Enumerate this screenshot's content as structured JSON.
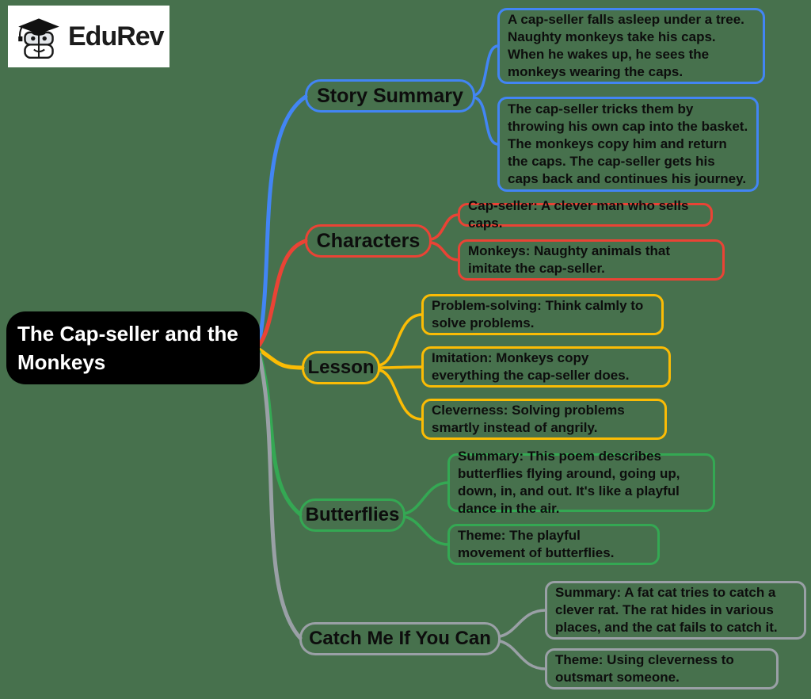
{
  "logo": {
    "brand": "EduRev"
  },
  "root": {
    "title": "The Cap-seller and the Monkeys"
  },
  "colors": {
    "background": "#47714d",
    "blue": "#4285f4",
    "red": "#ea4335",
    "yellow": "#fbbc05",
    "green": "#34a853",
    "gray": "#9aa0a6",
    "root_bg": "#000000",
    "root_text": "#ffffff",
    "logo_bg": "#ffffff"
  },
  "branches": [
    {
      "label": "Story Summary",
      "color": "blue",
      "leaves": [
        "A cap-seller falls asleep under a tree. Naughty monkeys take his caps. When he wakes up, he sees the monkeys wearing the caps.",
        "The cap-seller tricks them by throwing his own cap into the basket. The monkeys copy him and return the caps. The cap-seller gets his caps back and continues his journey."
      ]
    },
    {
      "label": "Characters",
      "color": "red",
      "leaves": [
        "Cap-seller: A clever man who sells caps.",
        "Monkeys: Naughty animals that imitate the cap-seller."
      ]
    },
    {
      "label": "Lesson",
      "color": "yellow",
      "leaves": [
        "Problem-solving: Think calmly to solve problems.",
        "Imitation: Monkeys copy everything the cap-seller does.",
        "Cleverness: Solving problems smartly instead of angrily."
      ]
    },
    {
      "label": "Butterflies",
      "color": "green",
      "leaves": [
        "Summary: This poem describes butterflies flying around, going up, down, in, and out. It's like a playful dance in the air.",
        "Theme: The playful movement of butterflies."
      ]
    },
    {
      "label": "Catch Me If You Can",
      "color": "gray",
      "leaves": [
        "Summary: A fat cat tries to catch a clever rat. The rat hides in various places, and the cat fails to catch it.",
        "Theme: Using cleverness to outsmart someone."
      ]
    }
  ]
}
